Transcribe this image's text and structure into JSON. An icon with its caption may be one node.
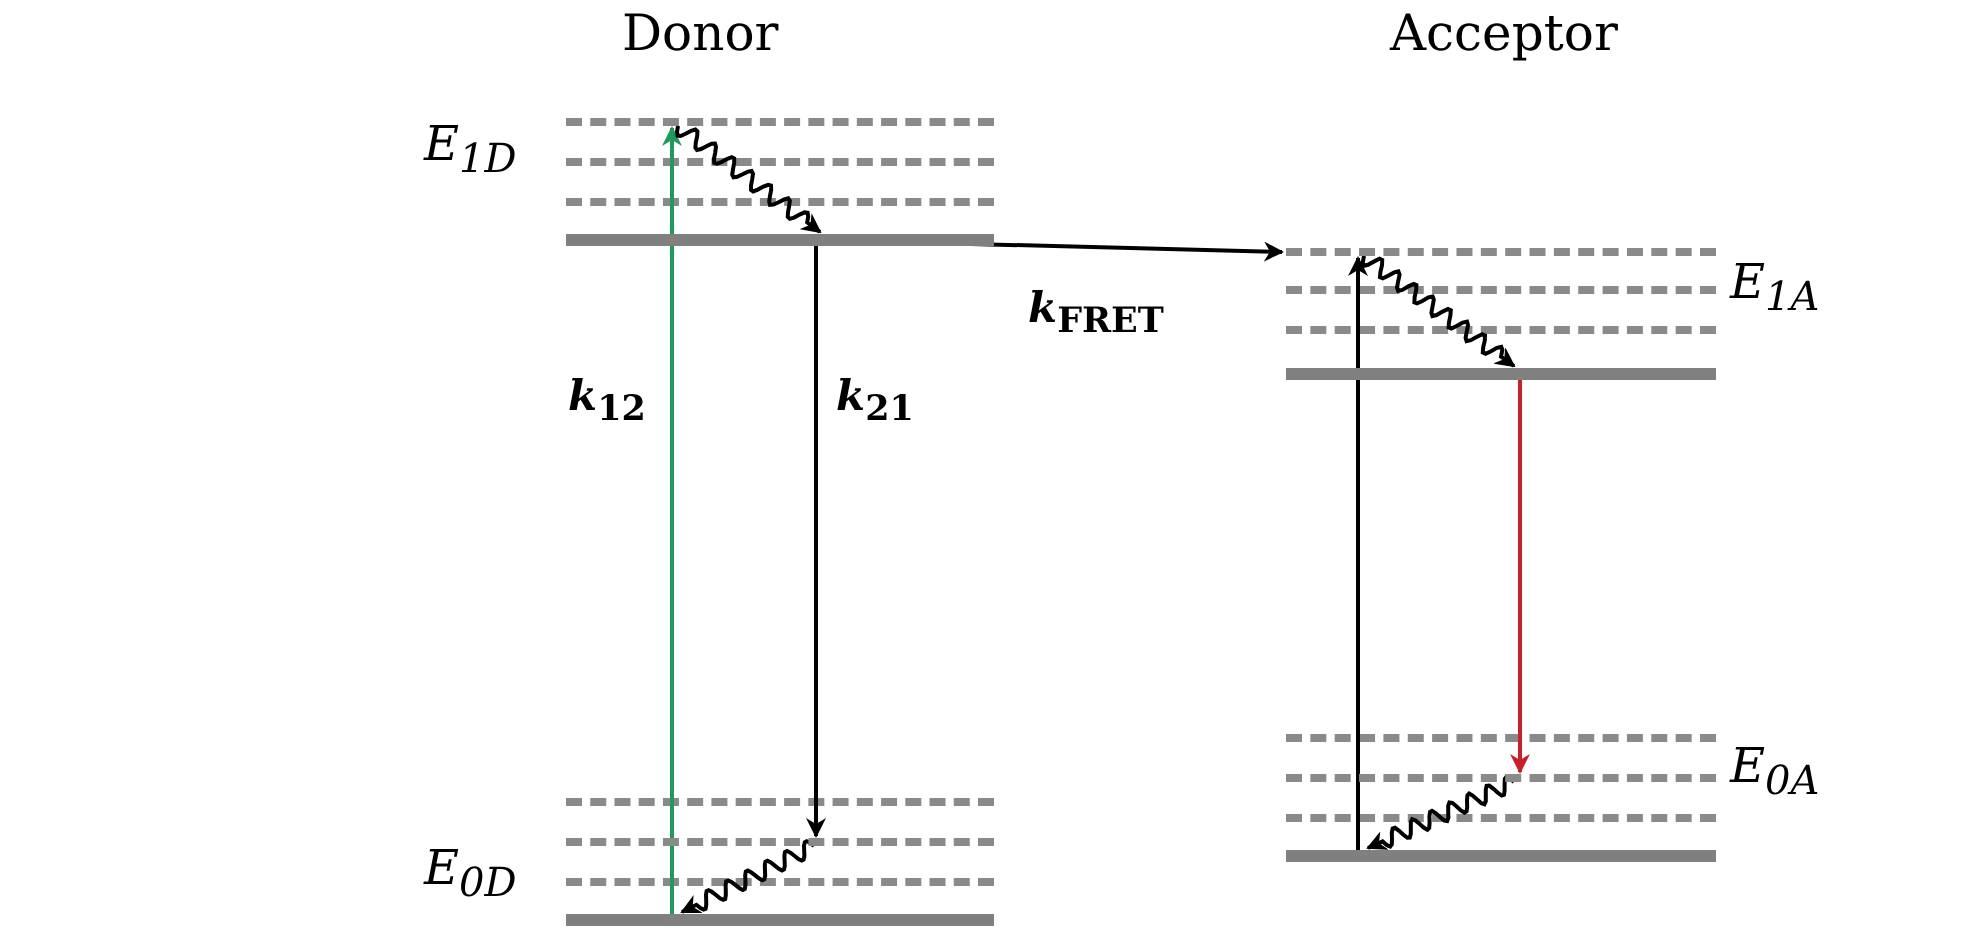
{
  "diagram": {
    "nodes": [
      {
        "text": [
          "E$_{1D}$"
        ]
      },
      {
        "text": [],
        "shape": "bar"
      },
      {
        "text": [
          "E$_{0D}$"
        ]
      },
      {
        "text": [],
        "shape": "bar"
      },
      {
        "text": [
          "E$_{1A}$"
        ]
      },
      {
        "text": [],
        "shape": "bar"
      },
      {
        "text": [
          "E$_{0A}$"
        ]
      },
      {
        "text": [],
        "shape": "bar"
      }
    ],
    "edges": [
      {
        "from": 2,
        "to": 1,
        "arrow": "to",
        "label": "*k*$_{12}$",
        "color": "#1e9a5a"
      },
      {
        "from": 1,
        "to": 0,
        "arrow": "to"
      },
      {
        "from": 0,
        "to": 3,
        "arrow": "to",
        "label": "*k*$_{21}$"
      },
      {
        "from": 3,
        "to": 2,
        "arrow": "to"
      },
      {
        "from": 0,
        "to": 5,
        "arrow": "to",
        "label": "*k*$_{FRET}$"
      },
      {
        "from": 6,
        "to": 5,
        "arrow": "to"
      },
      {
        "from": 5,
        "to": 4,
        "arrow": "to"
      },
      {
        "from": 4,
        "to": 7,
        "arrow": "to",
        "color": "#c8202a"
      },
      {
        "from": 7,
        "to": 6,
        "arrow": "to"
      }
    ],
    "labels": [
      "Donor",
      "Acceptor"
    ]
  }
}
